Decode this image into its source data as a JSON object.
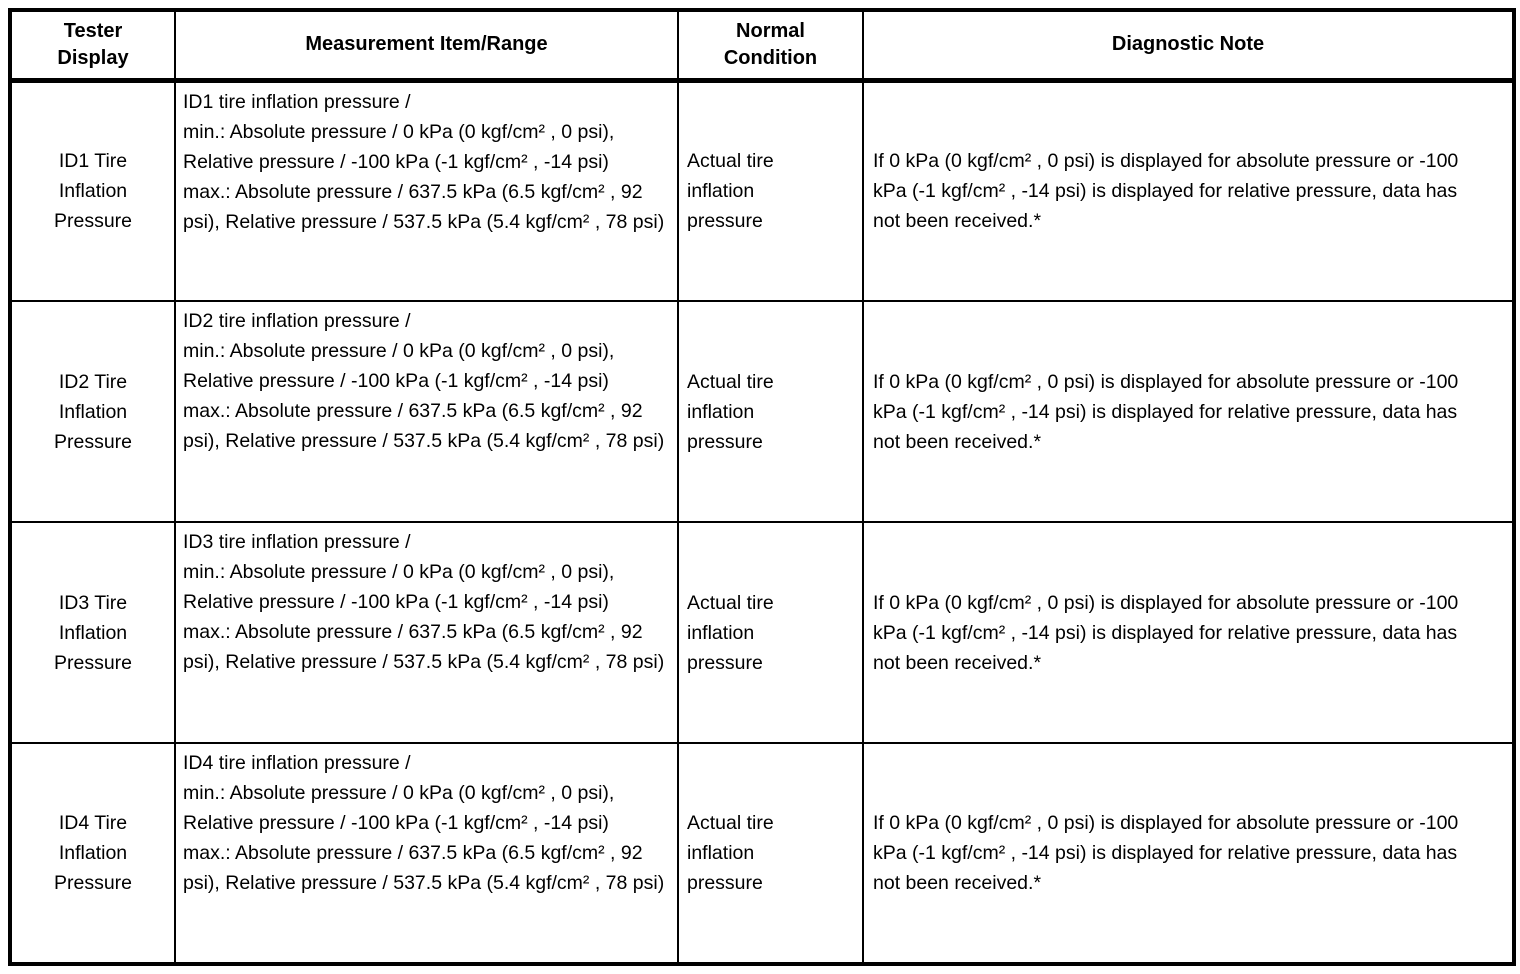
{
  "table": {
    "headers": [
      "Tester\nDisplay",
      "Measurement Item/Range",
      "Normal\nCondition",
      "Diagnostic Note"
    ],
    "rows": [
      {
        "tester_display": "ID1 Tire Inflation Pressure",
        "measurement": "ID1 tire inflation pressure /\nmin.: Absolute pressure / 0 kPa (0 kgf/cm² , 0 psi), Relative pressure / -100 kPa (-1 kgf/cm² , -14 psi)\nmax.: Absolute pressure / 637.5 kPa (6.5 kgf/cm² , 92 psi), Relative pressure / 537.5 kPa (5.4 kgf/cm² , 78 psi)",
        "normal_condition": "Actual tire inflation pressure",
        "diagnostic_note": "If 0 kPa (0 kgf/cm² , 0 psi) is displayed for absolute pressure or -100 kPa (-1 kgf/cm² , -14 psi) is displayed for relative pressure, data has not been received.*"
      },
      {
        "tester_display": "ID2 Tire Inflation Pressure",
        "measurement": "ID2 tire inflation pressure /\nmin.: Absolute pressure / 0 kPa (0 kgf/cm² , 0 psi), Relative pressure / -100 kPa (-1 kgf/cm² , -14 psi)\nmax.: Absolute pressure / 637.5 kPa (6.5 kgf/cm² , 92 psi), Relative pressure / 537.5 kPa (5.4 kgf/cm² , 78 psi)",
        "normal_condition": "Actual tire inflation pressure",
        "diagnostic_note": "If 0 kPa (0 kgf/cm² , 0 psi) is displayed for absolute pressure or -100 kPa (-1 kgf/cm² , -14 psi) is displayed for relative pressure, data has not been received.*"
      },
      {
        "tester_display": "ID3 Tire Inflation Pressure",
        "measurement": "ID3 tire inflation pressure /\nmin.: Absolute pressure / 0 kPa (0 kgf/cm² , 0 psi), Relative pressure / -100 kPa (-1 kgf/cm² , -14 psi)\nmax.: Absolute pressure / 637.5 kPa (6.5 kgf/cm² , 92 psi), Relative pressure / 537.5 kPa (5.4 kgf/cm² , 78 psi)",
        "normal_condition": "Actual tire inflation pressure",
        "diagnostic_note": "If 0 kPa (0 kgf/cm² , 0 psi) is displayed for absolute pressure or -100 kPa (-1 kgf/cm² , -14 psi) is displayed for relative pressure, data has not been received.*"
      },
      {
        "tester_display": "ID4 Tire Inflation Pressure",
        "measurement": "ID4 tire inflation pressure /\nmin.: Absolute pressure / 0 kPa (0 kgf/cm² , 0 psi), Relative pressure / -100 kPa (-1 kgf/cm² , -14 psi)\nmax.: Absolute pressure / 637.5 kPa (6.5 kgf/cm² , 92 psi), Relative pressure / 537.5 kPa (5.4 kgf/cm² , 78 psi)",
        "normal_condition": "Actual tire inflation pressure",
        "diagnostic_note": "If 0 kPa (0 kgf/cm² , 0 psi) is displayed for absolute pressure or -100 kPa (-1 kgf/cm² , -14 psi) is displayed for relative pressure, data has not been received.*"
      }
    ]
  },
  "colors": {
    "border": "#000000",
    "text": "#000000",
    "background": "#ffffff"
  }
}
